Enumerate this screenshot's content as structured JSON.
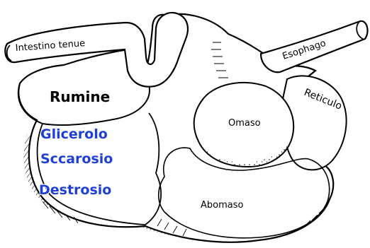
{
  "labels": {
    "small_intestine": "Intestino tenue",
    "esophagus": "Esophago",
    "rumen": "Rumine",
    "reticulum": "Reticulo",
    "omasum": "Omaso",
    "abomasum": "Abomaso"
  },
  "substances": [
    "Glicerolo",
    "Sccarosio",
    "Destrosio"
  ],
  "colors": {
    "outline": "#000000",
    "substance_text": "#1f3fd6",
    "background": "#ffffff"
  }
}
